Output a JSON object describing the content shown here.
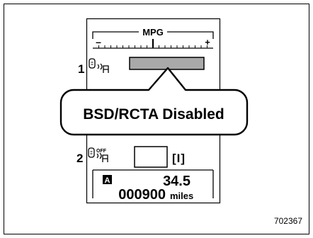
{
  "gauge": {
    "title": "MPG",
    "minus": "–",
    "plus": "+"
  },
  "callouts": {
    "one": "1",
    "two": "2"
  },
  "message": {
    "text": "BSD/RCTA Disabled"
  },
  "indicator": {
    "off_label": "OFF"
  },
  "display": {
    "mode_badge": "A",
    "value": "34.5",
    "odometer": "000900",
    "odometer_unit": "miles",
    "brackets": "[I]"
  },
  "figure": {
    "code": "702367"
  },
  "colors": {
    "bar_fill": "#a9a9a9",
    "line": "#000000",
    "background": "#ffffff"
  },
  "icons": {
    "bsd_indicator": "bsd-rcta-icon",
    "bsd_off_indicator": "bsd-rcta-off-icon",
    "mode": "a-badge-icon"
  }
}
